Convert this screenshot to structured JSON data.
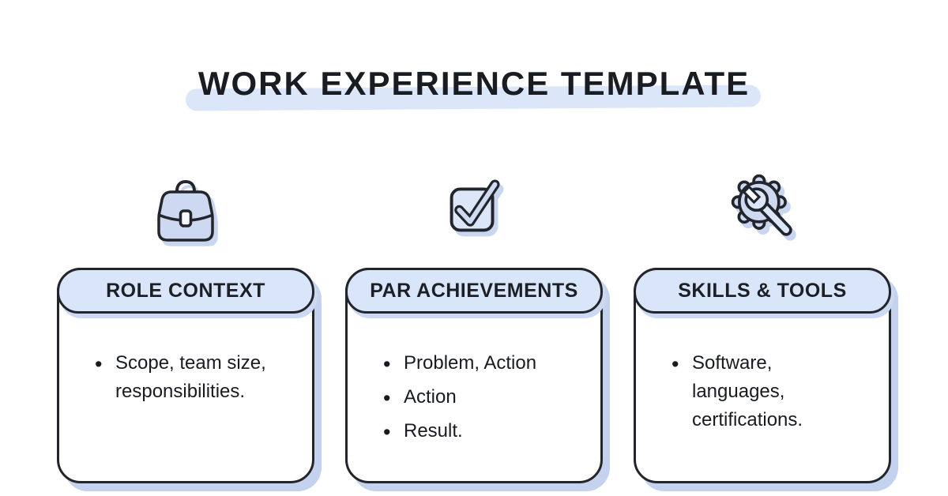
{
  "title": "WORK EXPERIENCE TEMPLATE",
  "colors": {
    "ink": "#22252c",
    "panel_blue": "#d9e5f8",
    "icon_blue": "#cdd8f1",
    "shadow_blue": "#c4d2ee",
    "highlight_blue": "#dbe7f8"
  },
  "cards": [
    {
      "icon": "briefcase-icon",
      "header": "ROLE CONTEXT",
      "bullets": [
        "Scope, team size,\nresponsibilities."
      ]
    },
    {
      "icon": "checkbox-check-icon",
      "header": "PAR ACHIEVEMENTS",
      "bullets": [
        "Problem, Action",
        "Action",
        "Result."
      ]
    },
    {
      "icon": "gear-wrench-icon",
      "header": "SKILLS & TOOLS",
      "bullets": [
        "Software,\nlanguages,\ncertifications."
      ]
    }
  ]
}
